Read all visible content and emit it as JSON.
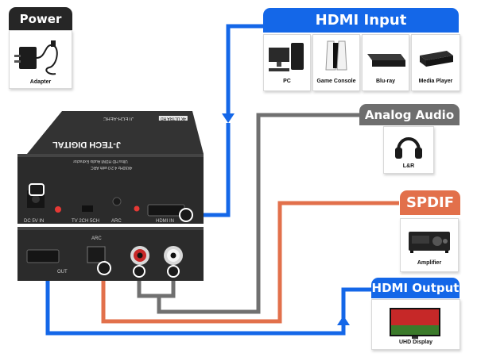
{
  "power": {
    "header": "Power",
    "items": [
      {
        "label": "Adapter"
      }
    ]
  },
  "hdmi_input": {
    "header": "HDMI Input",
    "items": [
      {
        "label": "PC"
      },
      {
        "label": "Game Console"
      },
      {
        "label": "Blu-ray"
      },
      {
        "label": "Media Player"
      }
    ]
  },
  "analog_audio": {
    "header": "Analog Audio",
    "items": [
      {
        "label": "L&R"
      }
    ]
  },
  "spdif": {
    "header": "SPDIF",
    "items": [
      {
        "label": "Amplifier"
      }
    ]
  },
  "hdmi_output": {
    "header": "HDMI Output",
    "items": [
      {
        "label": "UHD Display"
      }
    ]
  },
  "device": {
    "brand": "J-TECH DIGITAL",
    "brand_top": "JTECH-AEHC",
    "badge": "4K ULTRA HD",
    "title_line1": "Ultra HD HDMI Audio Extractor",
    "title_line2": "4K60Hz 4:2:0 with ARC",
    "port_labels": {
      "dc_in": "DC 5V IN",
      "tv_switch": "TV 2CH 5CH",
      "arc_button": "ARC",
      "hdmi_in": "HDMI IN",
      "arc_optical": "ARC",
      "hdmi_out": "OUT"
    }
  },
  "colors": {
    "blue": "#1467e8",
    "gray": "#6e6e6e",
    "orange": "#e2704b",
    "black": "#262626",
    "device": "#2b2b2b"
  }
}
